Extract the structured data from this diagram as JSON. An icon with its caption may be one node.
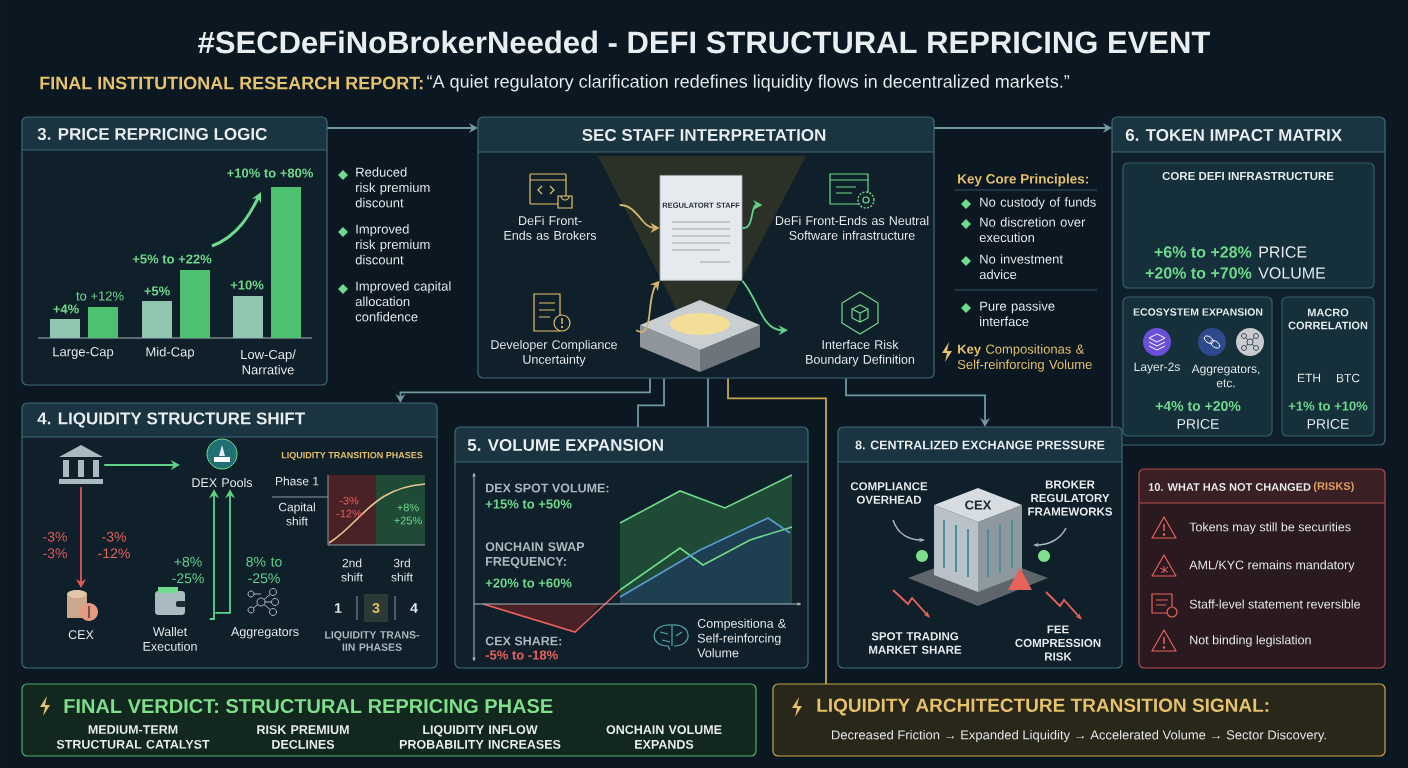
{
  "diagram": {
    "title": "#SECDeFiNoBrokerNeeded - DEFI STRUCTURAL REPRICING EVENT",
    "nodes": [
      {
        "text": [
          "3. PRICE REPRICING LOGIC",
          "to +12%",
          "+4%",
          "+5% to +22%",
          "+5%",
          "+10% to +80%",
          "+10%",
          "Large-Cap",
          "Mid-Cap",
          "Low-Cap/ Narrative",
          "Reduced risk premium discount",
          "Improved risk premium discount",
          "Improved capital allocation confidence"
        ]
      },
      {
        "text": [
          "SEC STAFF INTERPRETATION"
        ]
      },
      {
        "text": [
          "DeFi Front-Ends as Brokers"
        ],
        "in": 1
      },
      {
        "text": [
          "Developer Compliance Uncertainty"
        ],
        "in": 1
      },
      {
        "text": [
          "REGULATORT STAFF"
        ],
        "in": 1
      },
      {
        "text": [
          "DeFi Front-Ends as Neutral Software infrastructure"
        ],
        "in": 1
      },
      {
        "text": [
          "Interface Risk Boundary Definition"
        ],
        "in": 1
      },
      {
        "text": [
          "6. TOKEN IMPACT MATRIX"
        ]
      },
      {
        "text": [
          "CORE DEFI INFRASTRUCTURE",
          "+6% to +28%",
          "PRICE",
          "+20% to +70%",
          "VOLUME"
        ],
        "in": 7
      },
      {
        "text": [
          "ECOSYSTEM EXPANSION",
          "Layer-2s",
          "Aggregators, etc.",
          "+4% to +20%",
          "PRICE"
        ],
        "in": 7
      },
      {
        "text": [
          "MACRO CORRELATION",
          "ETH",
          "BTC",
          "+1% to +10%",
          "PRICE"
        ],
        "in": 7
      },
      {
        "text": [
          "4. LIQUIDITY STRUCTURE SHIFT",
          "-3% -12%",
          "LIQUIDITY TRANSITION PHASES",
          "Phase 1",
          "Capital shift",
          "-3% -12%",
          "+8% +25%",
          "2nd shift",
          "3rd shift",
          "1",
          "3",
          "4",
          "LIQUIDITY TRANS-IIN PHASES"
        ]
      },
      {
        "text": [],
        "shape": "picture",
        "in": 11
      },
      {
        "text": [
          "DEX Pools"
        ],
        "in": 11
      },
      {
        "text": [
          "CEX"
        ],
        "in": 11
      },
      {
        "text": [
          "Wallet Execution"
        ],
        "in": 11
      },
      {
        "text": [
          "Aggregators"
        ],
        "in": 11
      },
      {
        "text": [
          "5. VOLUME EXPANSION",
          "DEX SPOT VOLUME:",
          "+15% to +50%",
          "ONCHAIN SWAP FREQUENCY:",
          "+20% to +60%",
          "CEX SHARE:",
          "-5% to -18%",
          "Compesitiona & Self-reinforcing Volume"
        ]
      },
      {
        "text": [
          "8. CENTRALIZED EXCHANGE PRESSURE",
          "COMPLIANCE OVERHEAD",
          "BROKER REGULATORY FRAMEWORKS",
          "CEX",
          "SPOT TRADING MARKET SHARE",
          "FEE COMPRESSION RISK"
        ]
      },
      {
        "text": [
          "10. WHAT HAS NOT CHANGED",
          "(RISKS)",
          "Tokens may still be securities",
          "AML/KYC remains mandatory",
          "Staff-level statement reversible",
          "Not binding legislation"
        ]
      },
      {
        "text": [
          "FINAL VERDICT: STRUCTURAL REPRICING PHASE",
          "MEDIUM-TERM STRUCTURAL CATALYST",
          "RISK PREMIUM DECLINES",
          "LIQUIDITY INFLOW PROBABILITY INCREASES",
          "ONCHAIN VOLUME EXPANDS"
        ]
      },
      {
        "text": [
          "LIQUIDITY ARCHITECTURE TRANSITION SIGNAL:",
          "Decreased Friction → Expanded Liquidity → Accelerated Volume → Sector Discovery."
        ]
      }
    ],
    "edges": [
      {
        "from": 0,
        "to": 1,
        "arrow": "to"
      },
      {
        "from": 1,
        "to": 7,
        "arrow": "to"
      },
      {
        "from": 1,
        "to": 11,
        "arrow": "to"
      },
      {
        "from": 1,
        "to": 17,
        "arrow": "none"
      },
      {
        "from": 1,
        "to": 17,
        "arrow": "none"
      },
      {
        "from": 1,
        "to": 18,
        "arrow": "to"
      },
      {
        "from": 1,
        "to": 21,
        "arrow": "none",
        "color": "#c9a84a"
      },
      {
        "from": 2,
        "to": 4,
        "arrow": "to",
        "color": "#d6b66e"
      },
      {
        "from": 3,
        "to": 4,
        "arrow": "to",
        "color": "#d6b66e"
      },
      {
        "from": 4,
        "to": 5,
        "arrow": "to",
        "color": "#5fd38a"
      },
      {
        "from": 4,
        "to": 6,
        "arrow": "to",
        "color": "#5fd38a"
      },
      {
        "from": 12,
        "to": 13,
        "arrow": "to",
        "color": "#5fd38a"
      },
      {
        "from": 12,
        "to": 14,
        "arrow": "to",
        "color": "#e35a5a",
        "label": "-3% -3%"
      },
      {
        "from": 15,
        "to": 13,
        "arrow": "to",
        "color": "#5fd38a",
        "label": "+8% -25%"
      },
      {
        "from": 16,
        "to": 13,
        "arrow": "to",
        "color": "#5fd38a",
        "label": "8% to -25%"
      }
    ],
    "labels": [
      "FINAL INSTITUTIONAL RESEARCH REPORT:",
      "“A quiet regulatory clarification redefines liquidity flows in decentralized markets.”",
      "Key Core Principles:",
      "No custody of funds",
      "No discretion over execution",
      "No investment advice",
      "Pure passive interface",
      "**Key** Compositionas & Self-reinforcing Volume"
    ]
  }
}
